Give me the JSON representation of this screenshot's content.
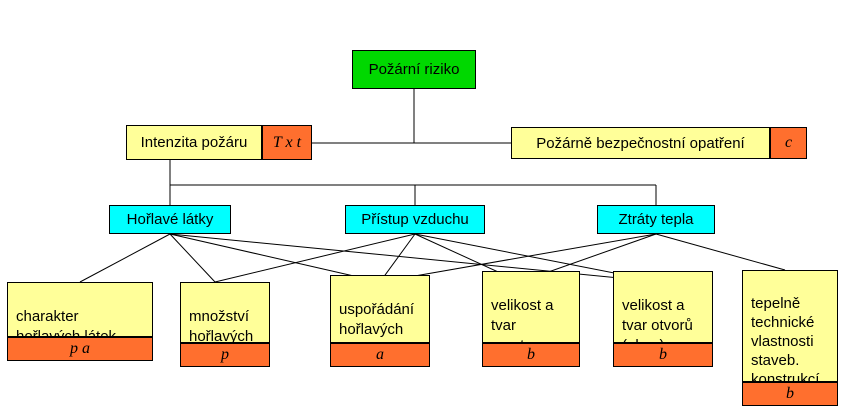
{
  "root": {
    "label": "Požární riziko"
  },
  "level1": {
    "left": {
      "label": "Intenzita požáru",
      "tag": "T x t"
    },
    "right": {
      "label": "Požárně bezpečnostní opatření",
      "tag": "c"
    }
  },
  "level2": {
    "a": {
      "label": "Hořlavé látky"
    },
    "b": {
      "label": "Přístup vzduchu"
    },
    "c": {
      "label": "Ztráty tepla"
    }
  },
  "leaves": [
    {
      "label": "charakter\nhořlavých látek",
      "tag": "p a"
    },
    {
      "label": "množství\nhořlavých\nlátek",
      "tag": "p"
    },
    {
      "label": "uspořádání\nhořlavých\nlátek",
      "tag": "a"
    },
    {
      "label": "velikost a\ntvar\nprostoru",
      "tag": "b"
    },
    {
      "label": "velikost a\ntvar otvorů\n(oken)",
      "tag": "b"
    },
    {
      "label": "tepelně\ntechnické\nvlastnosti\nstaveb.\nkonstrukcí",
      "tag": "b"
    }
  ],
  "colors": {
    "root": "#00d800",
    "text_box": "#ffff99",
    "category_box": "#00ffff",
    "tag_box": "#ff6f2e"
  }
}
